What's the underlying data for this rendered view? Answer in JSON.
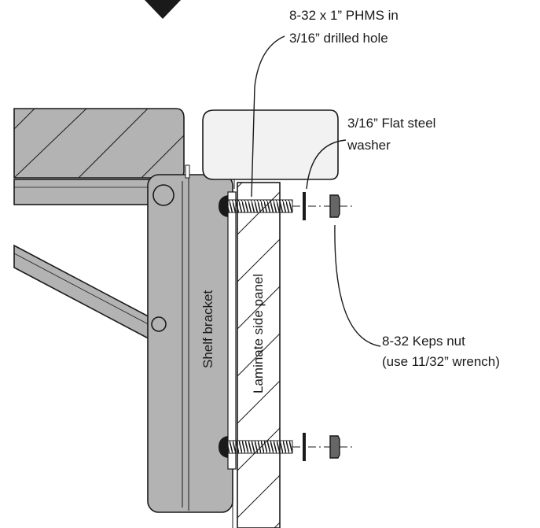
{
  "callouts": {
    "screw": {
      "line1": "8-32 x 1” PHMS in",
      "line2": "3/16” drilled hole"
    },
    "washer": {
      "line1": "3/16” Flat steel",
      "line2": "washer"
    },
    "nut": {
      "line1": "8-32 Keps nut",
      "line2": "(use 11/32” wrench)"
    }
  },
  "labels": {
    "bracket": "Shelf bracket",
    "panel": "Laminate side panel"
  },
  "colors": {
    "part_fill": "#b3b3b3",
    "part_light": "#f2f2f2",
    "outline": "#1a1a1a"
  }
}
